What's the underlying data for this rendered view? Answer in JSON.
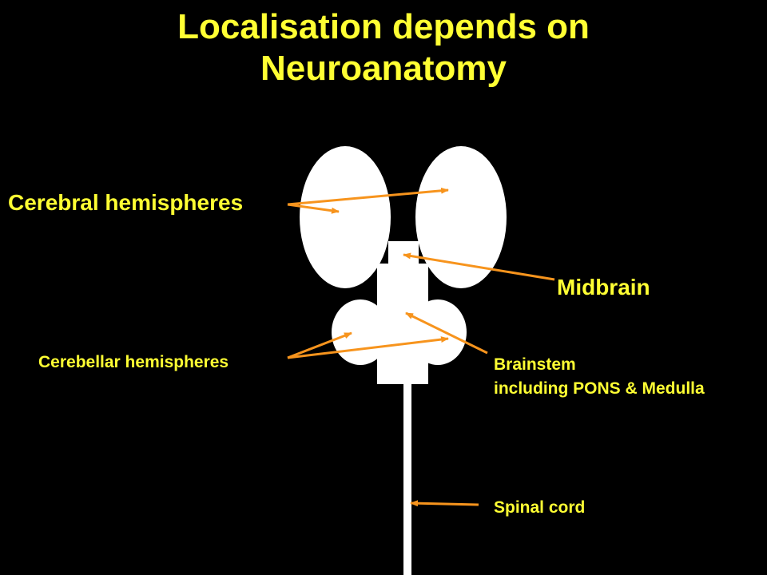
{
  "title": {
    "line1": "Localisation depends on",
    "line2": "Neuroanatomy"
  },
  "labels": {
    "cerebral": "Cerebral hemispheres",
    "midbrain": "Midbrain",
    "cerebellar": "Cerebellar hemispheres",
    "brainstem_line1": "Brainstem",
    "brainstem_line2": "including PONS & Medulla",
    "spinal": "Spinal cord"
  },
  "colors": {
    "background": "#000000",
    "text": "#ffff33",
    "arrow": "#f7941d",
    "shape": "#ffffff"
  }
}
